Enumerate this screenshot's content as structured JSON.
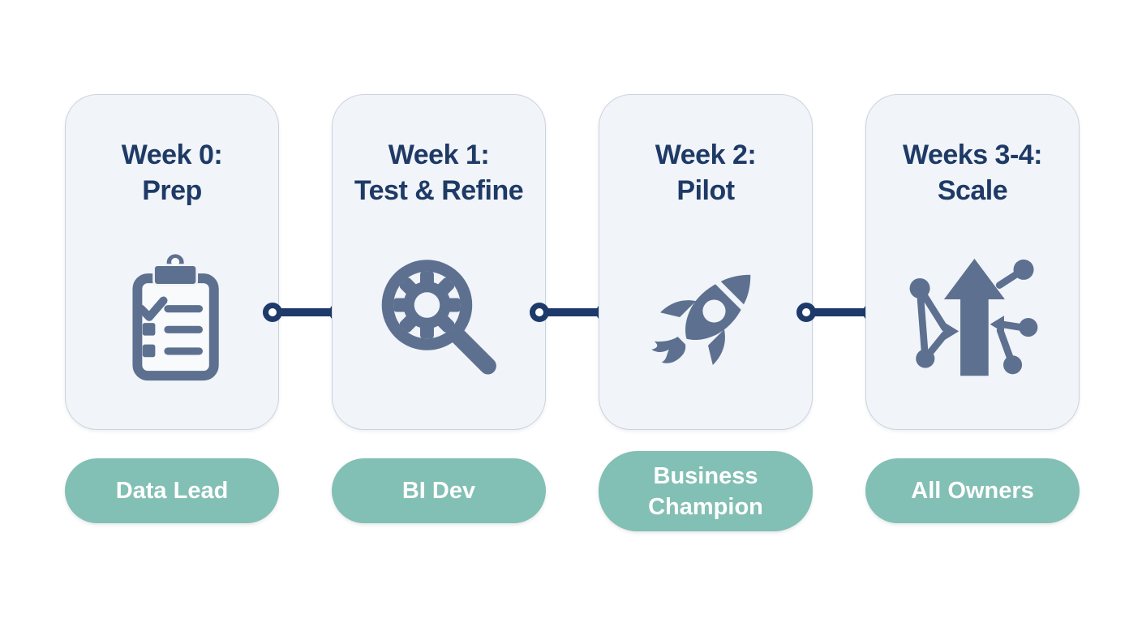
{
  "palette": {
    "page_bg": "#ffffff",
    "card_bg": "#f1f4f8",
    "card_border": "#ccd3de",
    "title_navy": "#1e3a66",
    "icon_slate": "#5d7090",
    "connector_navy": "#1e3a6b",
    "pill_teal": "#82bfb4",
    "pill_text": "#ffffff"
  },
  "steps": [
    {
      "title_line1": "Week 0:",
      "title_line2": "Prep",
      "icon": "clipboard-checklist-icon",
      "owner": "Data Lead"
    },
    {
      "title_line1": "Week 1:",
      "title_line2": "Test & Refine",
      "icon": "magnifier-gear-icon",
      "owner": "BI Dev"
    },
    {
      "title_line1": "Week 2:",
      "title_line2": "Pilot",
      "icon": "rocket-icon",
      "owner": "Business Champion"
    },
    {
      "title_line1": "Weeks 3-4:",
      "title_line2": "Scale",
      "icon": "growth-network-icon",
      "owner": "All Owners"
    }
  ]
}
